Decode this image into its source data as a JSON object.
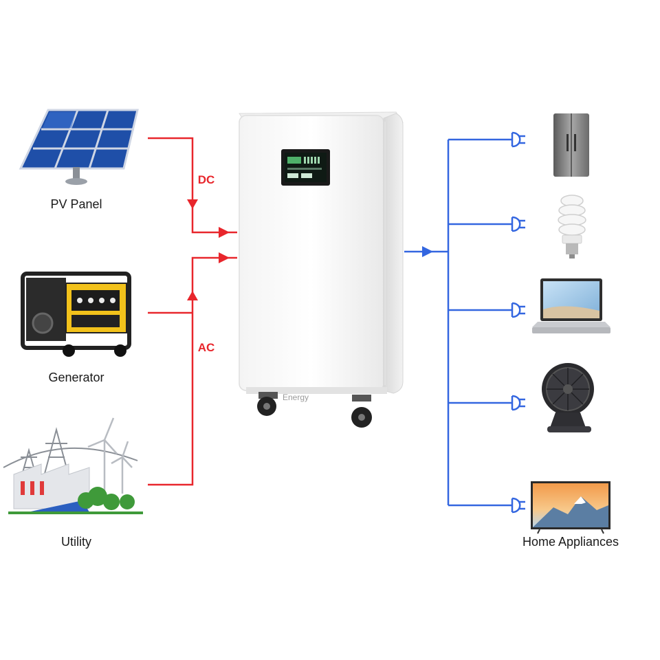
{
  "sources": [
    {
      "id": "pv",
      "label": "PV Panel",
      "icon": "solar-panel-icon"
    },
    {
      "id": "generator",
      "label": "Generator",
      "icon": "generator-icon"
    },
    {
      "id": "utility",
      "label": "Utility",
      "icon": "utility-grid-icon"
    }
  ],
  "flows": {
    "dc_label": "DC",
    "ac_label": "AC"
  },
  "center": {
    "icon": "energy-storage-cabinet-icon",
    "display_icon": "lcd-display-icon",
    "brand_text": "Energy"
  },
  "loads": {
    "label": "Home Appliances",
    "items": [
      {
        "icon": "refrigerator-icon"
      },
      {
        "icon": "light-bulb-icon"
      },
      {
        "icon": "laptop-icon"
      },
      {
        "icon": "desk-fan-icon"
      },
      {
        "icon": "television-icon"
      }
    ]
  },
  "colors": {
    "input_line": "#e8262c",
    "output_line": "#3366e0"
  }
}
